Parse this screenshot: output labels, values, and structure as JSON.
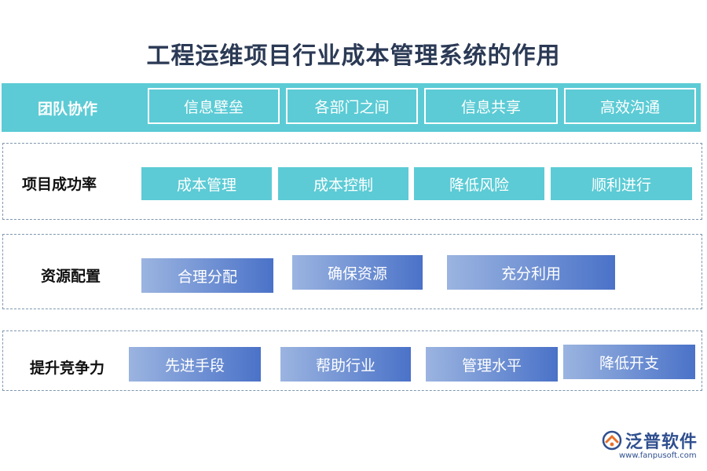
{
  "title": "工程运维项目行业成本管理系统的作用",
  "rows": [
    {
      "label": "团队协作",
      "items": [
        "信息壁垒",
        "各部门之间",
        "信息共享",
        "高效沟通"
      ]
    },
    {
      "label": "项目成功率",
      "items": [
        "成本管理",
        "成本控制",
        "降低风险",
        "顺利进行"
      ]
    },
    {
      "label": "资源配置",
      "items": [
        "合理分配",
        "确保资源",
        "充分利用"
      ]
    },
    {
      "label": "提升竞争力",
      "items": [
        "先进手段",
        "帮助行业",
        "管理水平",
        "降低开支"
      ]
    }
  ],
  "logo": {
    "name": "泛普软件",
    "url": "www.fanpusoft.com"
  },
  "colors": {
    "cyan": "#5ccbd5",
    "blue_start": "#9bb4e0",
    "blue_end": "#4a72c8",
    "title": "#2b3a55",
    "dashed": "#7f97ae"
  }
}
